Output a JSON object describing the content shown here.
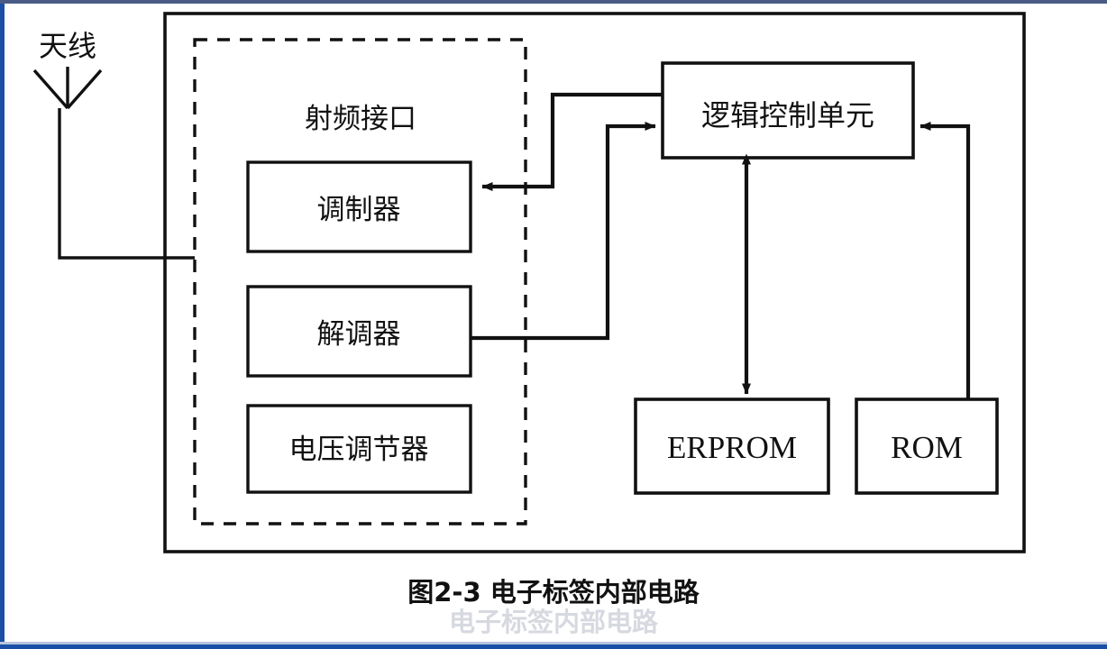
{
  "page": {
    "title": "图2-3 电子标签内部电路",
    "background": "#ffffff",
    "line_color": "#111111",
    "chrome_accent": "#1a4fa8",
    "chrome_top": "#4a5b85"
  },
  "diagram": {
    "caption": "图2-3 电子标签内部电路",
    "caption_ghost": "电子标签内部电路",
    "antenna_label": "天线",
    "rf_section_label": "射频接口",
    "blocks": {
      "modulator": "调制器",
      "demodulator": "解调器",
      "voltage_regulator": "电压调节器",
      "logic_control_unit": "逻辑控制单元",
      "erprom": "ERPROM",
      "rom": "ROM"
    },
    "connections": [
      {
        "from": "antenna",
        "to": "rf-interface",
        "arrow": "none"
      },
      {
        "from": "logic-control-unit",
        "to": "modulator",
        "arrow": "single"
      },
      {
        "from": "demodulator",
        "to": "logic-control-unit",
        "arrow": "single"
      },
      {
        "from": "logic-control-unit",
        "to": "erprom",
        "arrow": "double"
      },
      {
        "from": "rom",
        "to": "logic-control-unit",
        "arrow": "single"
      }
    ]
  }
}
